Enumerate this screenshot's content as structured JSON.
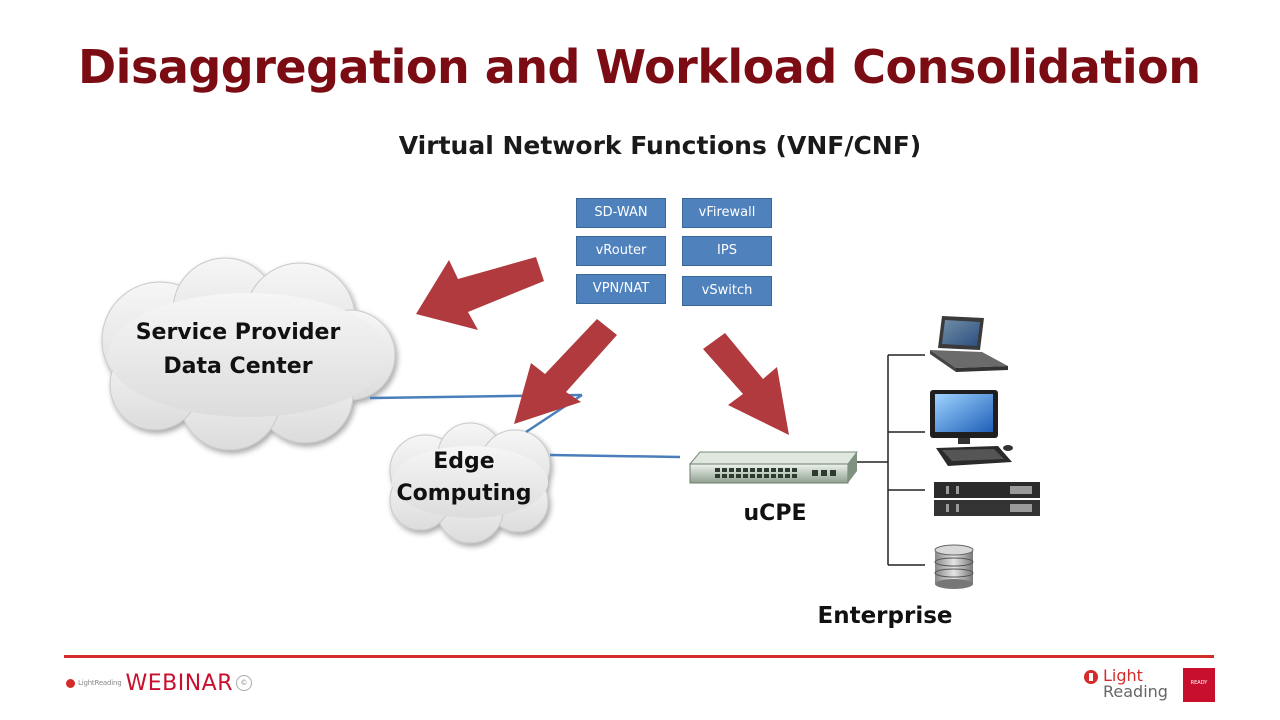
{
  "slide": {
    "title": "Disaggregation and Workload Consolidation",
    "vnf_heading": "Virtual Network Functions (VNF/CNF)"
  },
  "vnf_boxes": [
    {
      "label": "SD-WAN"
    },
    {
      "label": "vFirewall"
    },
    {
      "label": "vRouter"
    },
    {
      "label": "IPS"
    },
    {
      "label": "VPN/NAT"
    },
    {
      "label": "vSwitch"
    }
  ],
  "diagram": {
    "service_provider_label_1": "Service Provider",
    "service_provider_label_2": "Data Center",
    "edge_label_1": "Edge",
    "edge_label_2": "Computing",
    "ucpe_label": "uCPE",
    "enterprise_label": "Enterprise",
    "enterprise_devices": [
      "laptop-icon",
      "desktop-icon",
      "server-icon",
      "database-icon"
    ]
  },
  "colors": {
    "title": "#7b0c13",
    "vnf_box": "#4f81bd",
    "arrow": "#b03a3e",
    "link_line": "#4a7ebb",
    "footer_line": "#d42b2b"
  },
  "footer": {
    "webinar_small": "LightReading",
    "webinar_text": "WEBINAR",
    "copyright_mark": "©",
    "lr_logo_line1": "Light",
    "lr_logo_line2": "Reading",
    "corner_badge": "READY"
  }
}
